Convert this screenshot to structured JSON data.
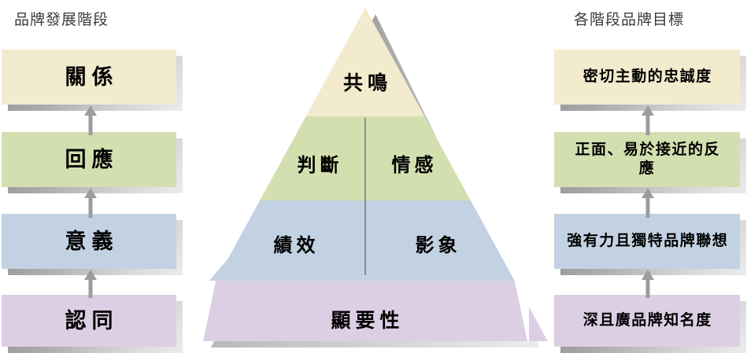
{
  "columns": {
    "left": {
      "title": "品牌發展階段",
      "boxes": [
        {
          "label": "關係",
          "color": "#F3EBCE"
        },
        {
          "label": "回應",
          "color": "#D4DFB0"
        },
        {
          "label": "意義",
          "color": "#C2D2E2"
        },
        {
          "label": "認同",
          "color": "#DCCFE4"
        }
      ]
    },
    "right": {
      "title": "各階段品牌目標",
      "boxes": [
        {
          "label": "密切主動的忠誠度",
          "color": "#F3EBCE"
        },
        {
          "label": "正面、易於接近的反應",
          "color": "#D4DFB0"
        },
        {
          "label": "強有力且獨特品牌聯想",
          "color": "#C2D2E2"
        },
        {
          "label": "深且廣品牌知名度",
          "color": "#DCCFE4"
        }
      ]
    }
  },
  "pyramid": {
    "levels": [
      {
        "name": "resonance",
        "color": "#F3EBCE",
        "labels": [
          "共鳴"
        ]
      },
      {
        "name": "judgements-feelings",
        "color": "#D4DFB0",
        "labels": [
          "判斷",
          "情感"
        ]
      },
      {
        "name": "performance-imagery",
        "color": "#C2D2E2",
        "labels": [
          "績效",
          "影象"
        ]
      },
      {
        "name": "salience",
        "color": "#DCCFE4",
        "labels": [
          "顯要性"
        ]
      }
    ]
  },
  "palette": {
    "cream": "#F3EBCE",
    "green": "#D4DFB0",
    "blue": "#C2D2E2",
    "purple": "#DCCFE4",
    "shadow": "#9a9a9a",
    "arrow": "#9c9c9c",
    "divider": "#6e6e6e",
    "background": "#FFFFFF"
  }
}
